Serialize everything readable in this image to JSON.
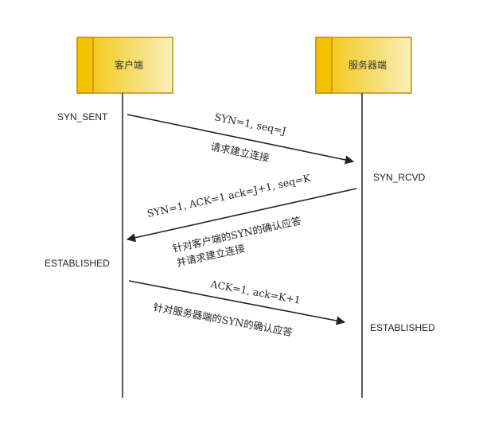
{
  "participants": {
    "client": "客户端",
    "server": "服务器端"
  },
  "states": {
    "client_1": "SYN_SENT",
    "server_1": "SYN_RCVD",
    "client_2": "ESTABLISHED",
    "server_2": "ESTABLISHED"
  },
  "messages": [
    {
      "params": "SYN=1, seq=J",
      "desc": [
        "请求建立连接"
      ]
    },
    {
      "params": "SYN=1, ACK=1  ack=J+1, seq=K",
      "desc": [
        "针对客户端的SYN的确认应答",
        "并请求建立连接"
      ]
    },
    {
      "params": "ACK=1, ack=K+1",
      "desc": [
        "针对服务器端的SYN的确认应答"
      ]
    }
  ],
  "colors": {
    "box_fill_dark": "#f2c200",
    "box_fill_light": "#f8efb8",
    "box_stroke": "#c98a16",
    "line": "#222222"
  }
}
